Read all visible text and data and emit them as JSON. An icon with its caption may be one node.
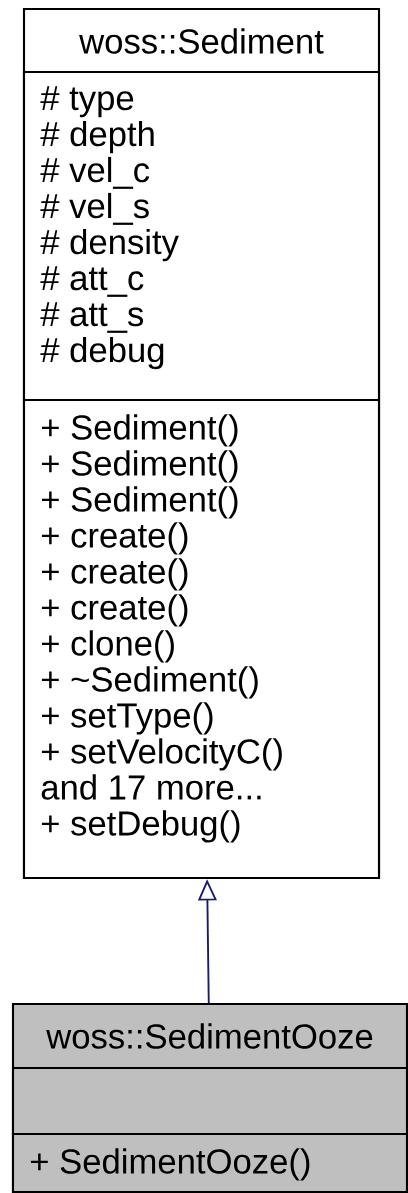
{
  "diagram": {
    "nodes": [
      {
        "text": [
          "woss::Sediment"
        ]
      },
      {
        "text": [
          "# type",
          "# depth",
          "# vel_c",
          "# vel_s",
          "# density",
          "# att_c",
          "# att_s",
          "# debug"
        ],
        "in": 0
      },
      {
        "text": [
          "+ Sediment()",
          "+ Sediment()",
          "+ Sediment()",
          "+ create()",
          "+ create()",
          "+ create()",
          "+ clone()",
          "+ ~Sediment()",
          "+ setType()",
          "+ setVelocityC()",
          "and 17 more...",
          "+ setDebug()"
        ],
        "in": 0
      },
      {
        "text": [
          "woss::SedimentOoze"
        ]
      },
      {
        "text": [],
        "shape": "box",
        "in": 3
      },
      {
        "text": [
          "+ SedimentOoze()"
        ],
        "in": 3
      }
    ],
    "edges": [
      {
        "from": 3,
        "to": 0,
        "arrow": "to",
        "color": "#191970"
      }
    ]
  }
}
